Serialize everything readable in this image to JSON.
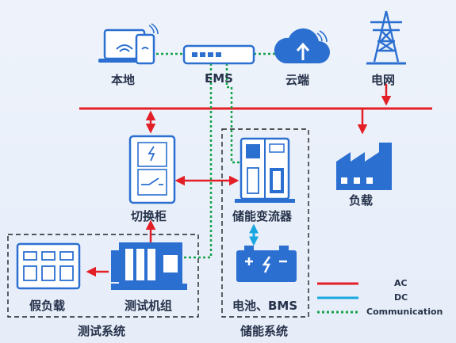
{
  "nodes": {
    "local": "本地",
    "ems": "EMS",
    "cloud": "云端",
    "grid": "电网",
    "switch_cabinet": "切换柜",
    "pcs": "储能变流器",
    "load": "负载",
    "dummy_load": "假负载",
    "test_genset": "测试机组",
    "battery_bms": "电池、BMS"
  },
  "groups": {
    "test_system": "测试系统",
    "storage_system": "储能系统"
  },
  "legend": {
    "ac": "AC",
    "dc": "DC",
    "comm": "Communication"
  },
  "colors": {
    "ac": "#e41e26",
    "dc": "#1aa6e0",
    "comm": "#17a34a",
    "device": "#2b6fd1"
  }
}
